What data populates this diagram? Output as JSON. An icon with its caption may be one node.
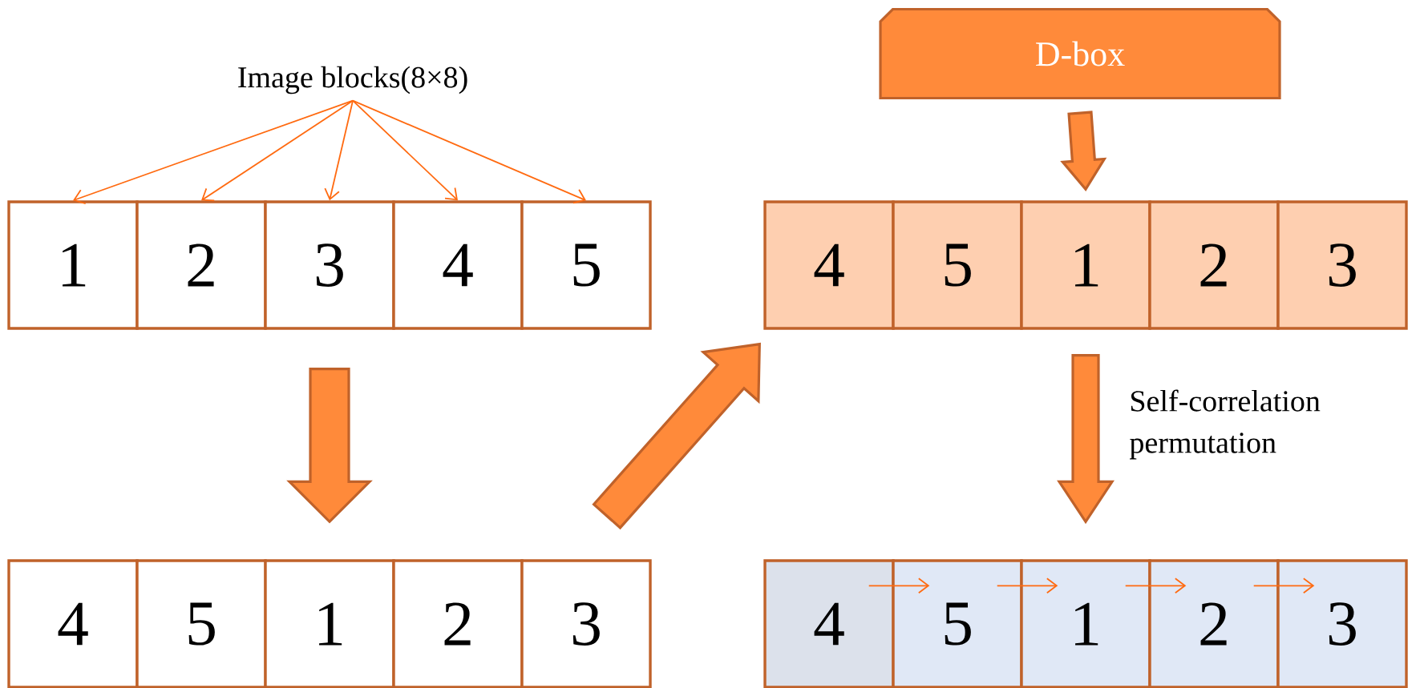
{
  "diagram": {
    "nodes": [
      {
        "text": [
          "Image blocks(8×8)"
        ]
      },
      {
        "text": [
          "1"
        ]
      },
      {
        "text": [
          "2"
        ]
      },
      {
        "text": [
          "3"
        ]
      },
      {
        "text": [
          "4"
        ]
      },
      {
        "text": [
          "5"
        ]
      },
      {
        "text": [
          "4"
        ]
      },
      {
        "text": [
          "5"
        ]
      },
      {
        "text": [
          "1"
        ]
      },
      {
        "text": [
          "2"
        ]
      },
      {
        "text": [
          "3"
        ]
      },
      {
        "text": [
          "D-box"
        ]
      },
      {
        "text": [
          "4"
        ]
      },
      {
        "text": [
          "5"
        ]
      },
      {
        "text": [
          "1"
        ]
      },
      {
        "text": [
          "2"
        ]
      },
      {
        "text": [
          "3"
        ]
      },
      {
        "text": [
          "4"
        ]
      },
      {
        "text": [
          "5"
        ]
      },
      {
        "text": [
          "1"
        ]
      },
      {
        "text": [
          "2"
        ]
      },
      {
        "text": [
          "3"
        ]
      }
    ],
    "edges": [
      {
        "from": 0,
        "to": 1,
        "arrow": "to"
      },
      {
        "from": 0,
        "to": 2,
        "arrow": "to"
      },
      {
        "from": 0,
        "to": 3,
        "arrow": "to"
      },
      {
        "from": 0,
        "to": 4,
        "arrow": "to"
      },
      {
        "from": 0,
        "to": 5,
        "arrow": "to"
      },
      {
        "from": 3,
        "to": 8,
        "arrow": "to",
        "style": "thick",
        "color": "#ff8a3a"
      },
      {
        "from": 10,
        "to": 12,
        "arrow": "to",
        "style": "thick",
        "color": "#ff8a3a"
      },
      {
        "from": 11,
        "to": 14,
        "arrow": "to",
        "style": "thick",
        "color": "#ff8a3a"
      },
      {
        "from": 14,
        "to": 19,
        "arrow": "to",
        "style": "thick",
        "color": "#ff8a3a",
        "label": "Self-correlation permutation"
      },
      {
        "from": 17,
        "to": 18,
        "arrow": "to"
      },
      {
        "from": 18,
        "to": 19,
        "arrow": "to"
      },
      {
        "from": 19,
        "to": 20,
        "arrow": "to"
      },
      {
        "from": 20,
        "to": 21,
        "arrow": "to"
      }
    ]
  }
}
